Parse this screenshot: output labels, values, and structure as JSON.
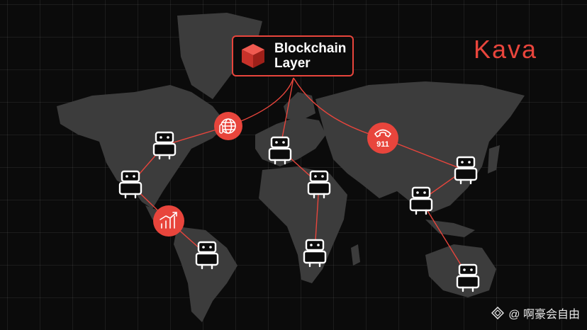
{
  "brand": {
    "text": "Kava",
    "color": "#e8453c"
  },
  "blockchain": {
    "title": "Blockchain",
    "subtitle": "Layer",
    "icon": "red-cube-icon"
  },
  "watermark": {
    "text": "@ 啊豪会自由",
    "icon": "diamond-logo-icon"
  },
  "colors": {
    "accent": "#e8453c",
    "land": "#3c3c3c",
    "background": "#0b0b0b"
  },
  "hubs": [
    {
      "id": "globe",
      "icon": "globe-thermometer-icon"
    },
    {
      "id": "phone",
      "icon": "emergency-phone-icon",
      "label": "911"
    },
    {
      "id": "chart",
      "icon": "growth-chart-icon"
    }
  ],
  "agents": [
    {
      "id": "north-america-north",
      "icon": "robot-icon"
    },
    {
      "id": "north-america-south",
      "icon": "robot-icon"
    },
    {
      "id": "south-america",
      "icon": "robot-icon"
    },
    {
      "id": "europe",
      "icon": "robot-icon"
    },
    {
      "id": "africa-north",
      "icon": "robot-icon"
    },
    {
      "id": "africa-south",
      "icon": "robot-icon"
    },
    {
      "id": "east-asia",
      "icon": "robot-icon"
    },
    {
      "id": "southeast-asia",
      "icon": "robot-icon"
    },
    {
      "id": "australia",
      "icon": "robot-icon"
    }
  ]
}
